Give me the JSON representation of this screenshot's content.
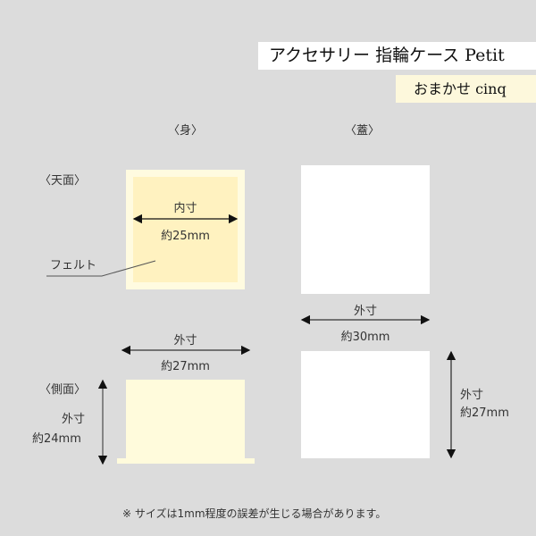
{
  "header": {
    "title": "アクセサリー 指輪ケース Petit",
    "subtitle": "おまかせ cinq"
  },
  "columns": {
    "body": "〈身〉",
    "lid": "〈蓋〉"
  },
  "rows": {
    "top_view": "〈天面〉",
    "side_view": "〈側面〉"
  },
  "body_top": {
    "inner_label": "内寸",
    "inner_value": "約25mm",
    "felt_label": "フェルト"
  },
  "body_side": {
    "width_label": "外寸",
    "width_value": "約27mm",
    "height_label": "外寸",
    "height_value": "約24mm"
  },
  "lid_top": {
    "width_label": "外寸",
    "width_value": "約30mm"
  },
  "lid_side": {
    "height_label": "外寸",
    "height_value": "約27mm"
  },
  "footnote": "※ サイズは1mm程度の誤差が生じる場合があります。",
  "colors": {
    "background": "#dcdcdc",
    "body_outer": "#fffbe0",
    "felt": "#fff2c0",
    "lid": "#ffffff",
    "subtitle_bg": "#fdf8dc"
  }
}
